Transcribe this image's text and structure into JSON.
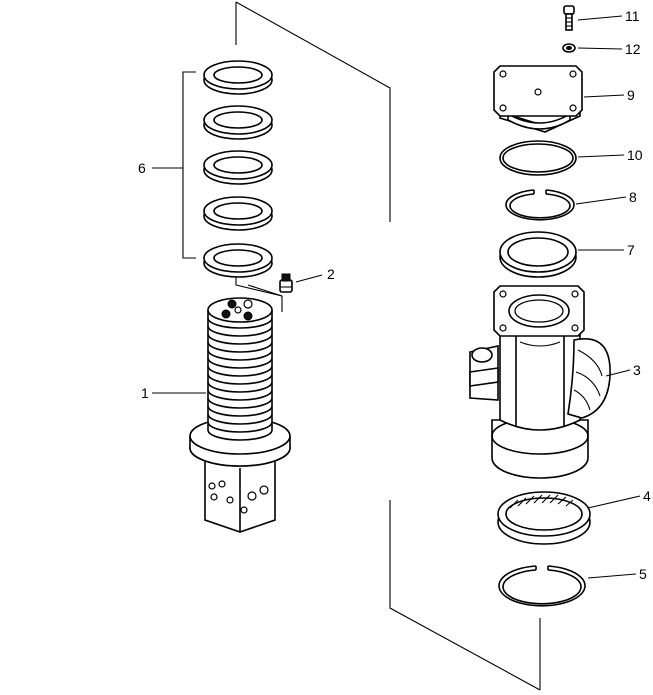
{
  "labels": {
    "l1": "1",
    "l2": "2",
    "l3": "3",
    "l4": "4",
    "l5": "5",
    "l6": "6",
    "l7": "7",
    "l8": "8",
    "l9": "9",
    "l10": "10",
    "l11": "11",
    "l12": "12"
  }
}
